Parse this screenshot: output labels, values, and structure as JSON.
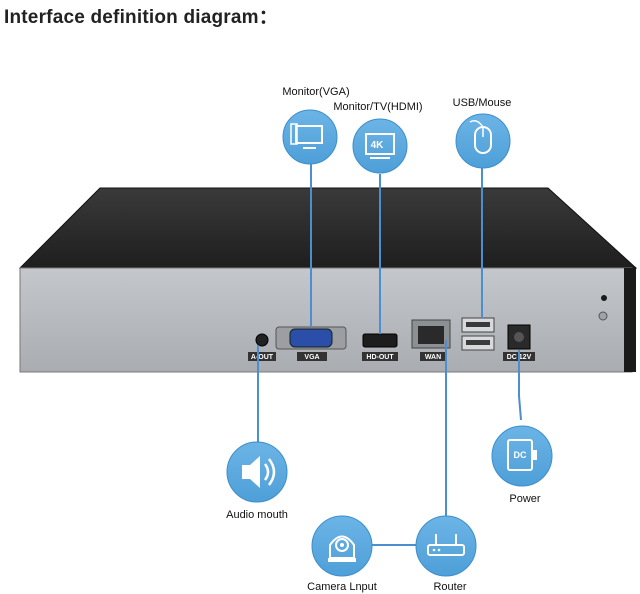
{
  "title": "Interface definition diagram：",
  "colors": {
    "circle_fill": "#5aa7dd",
    "circle_stroke": "#3d8ecb",
    "line": "#4b8fd0",
    "panel_top": "#2b2b2b",
    "panel_front": "#b9bcc0"
  },
  "labels": {
    "vga_monitor": "Monitor(VGA)",
    "hdmi_monitor": "Monitor/TV(HDMI)",
    "usb_mouse": "USB/Mouse",
    "audio": "Audio mouth",
    "power": "Power",
    "camera": "Camera Lnput",
    "router": "Router"
  },
  "ports": {
    "aout": "A-OUT",
    "vga": "VGA",
    "hdmi": "HD-OUT",
    "wan": "WAN",
    "dc": "DC 12V",
    "hdmi_icon_text": "4K",
    "power_icon_text": "DC"
  },
  "icons": {
    "vga_monitor": "monitor-icon",
    "hdmi_monitor": "4k-hdmi-icon",
    "usb_mouse": "mouse-icon",
    "audio": "speaker-icon",
    "power": "power-adapter-icon",
    "camera": "camera-icon",
    "router": "router-icon"
  }
}
